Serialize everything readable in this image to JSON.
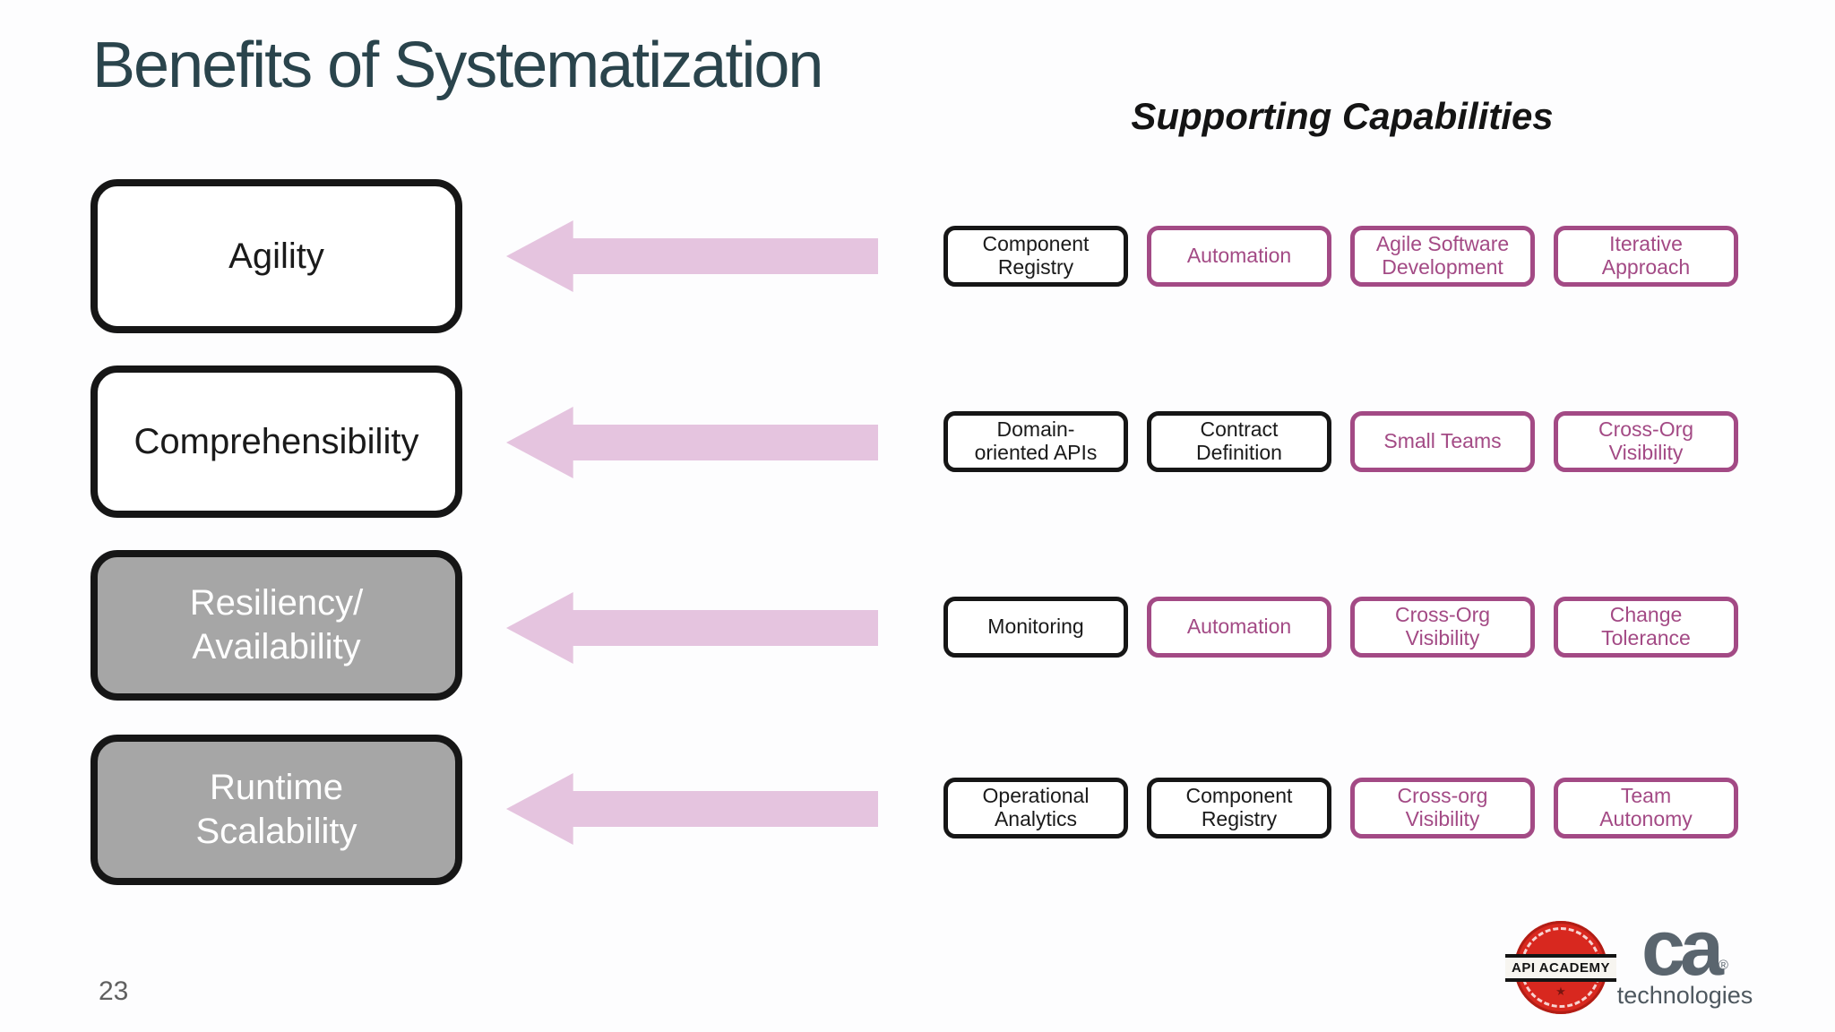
{
  "slide": {
    "title": "Benefits of Systematization",
    "capabilities_heading": "Supporting Capabilities",
    "page_number": "23"
  },
  "benefits": [
    {
      "label": "Agility",
      "variant": "white"
    },
    {
      "label": "Comprehensibility",
      "variant": "white"
    },
    {
      "label": "Resiliency/\nAvailability",
      "variant": "gray"
    },
    {
      "label": "Runtime\nScalability",
      "variant": "gray"
    }
  ],
  "capability_rows": [
    {
      "benefit": "Agility",
      "items": [
        {
          "label": "Component\nRegistry",
          "style": "core"
        },
        {
          "label": "Automation",
          "style": "accent"
        },
        {
          "label": "Agile Software\nDevelopment",
          "style": "accent"
        },
        {
          "label": "Iterative\nApproach",
          "style": "accent"
        }
      ]
    },
    {
      "benefit": "Comprehensibility",
      "items": [
        {
          "label": "Domain-\noriented APIs",
          "style": "core"
        },
        {
          "label": "Contract\nDefinition",
          "style": "core"
        },
        {
          "label": "Small Teams",
          "style": "accent"
        },
        {
          "label": "Cross-Org\nVisibility",
          "style": "accent"
        }
      ]
    },
    {
      "benefit": "Resiliency/Availability",
      "items": [
        {
          "label": "Monitoring",
          "style": "core"
        },
        {
          "label": "Automation",
          "style": "accent"
        },
        {
          "label": "Cross-Org\nVisibility",
          "style": "accent"
        },
        {
          "label": "Change\nTolerance",
          "style": "accent"
        }
      ]
    },
    {
      "benefit": "Runtime Scalability",
      "items": [
        {
          "label": "Operational\nAnalytics",
          "style": "core"
        },
        {
          "label": "Component\nRegistry",
          "style": "core"
        },
        {
          "label": "Cross-org\nVisibility",
          "style": "accent"
        },
        {
          "label": "Team\nAutonomy",
          "style": "accent"
        }
      ]
    }
  ],
  "footer": {
    "api_academy_label": "API ACADEMY",
    "api_academy_star": "★",
    "ca_logo_text": "ca",
    "ca_logo_registered": "®",
    "ca_logo_subtext": "technologies"
  },
  "colors": {
    "title": "#2A444C",
    "accent_purple": "#A34A85",
    "arrow_pink": "#E5C4DF",
    "benefit_gray_fill": "#A6A6A6",
    "box_black": "#161616"
  }
}
